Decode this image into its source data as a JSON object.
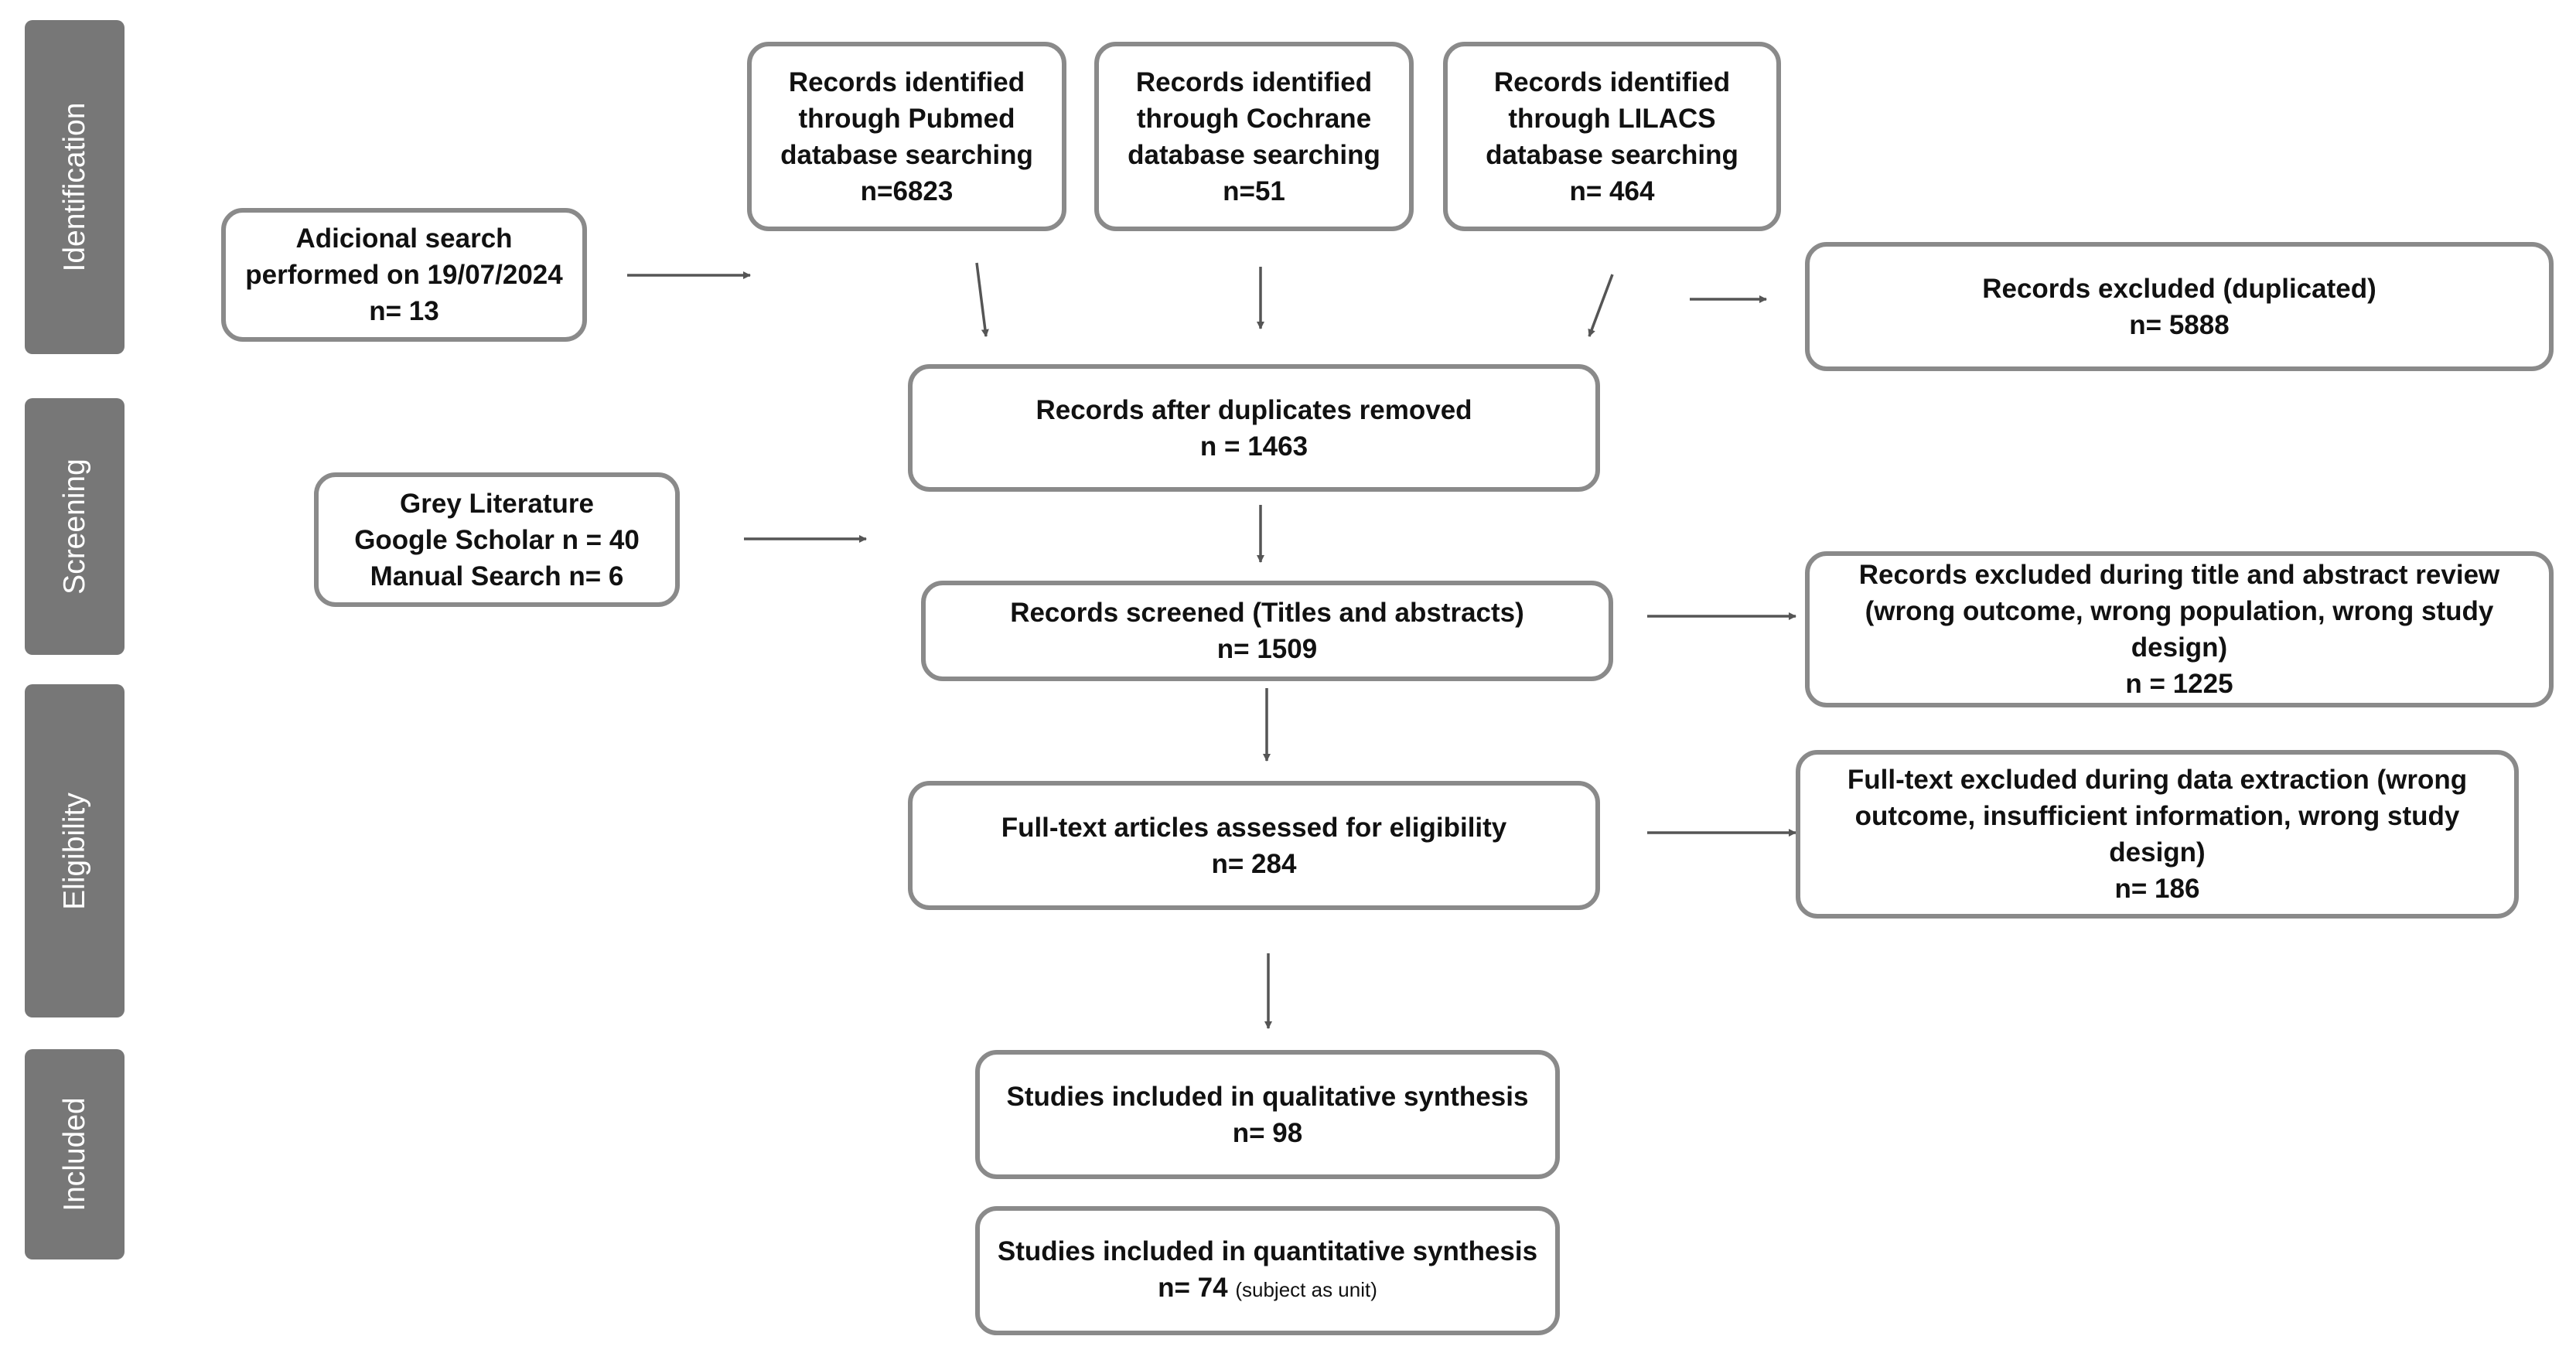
{
  "phases": {
    "identification": "Identification",
    "screening": "Screening",
    "eligibility": "Eligibility",
    "included": "Included"
  },
  "boxes": {
    "additional": {
      "line1": "Adicional search",
      "line2": "performed on 19/07/2024",
      "line3": "n= 13"
    },
    "pubmed": {
      "line1": "Records identified",
      "line2": "through Pubmed",
      "line3": "database searching",
      "line4": "n=6823"
    },
    "cochrane": {
      "line1": "Records identified",
      "line2": "through Cochrane",
      "line3": "database searching",
      "line4": "n=51"
    },
    "lilacs": {
      "line1": "Records identified",
      "line2": "through LILACS",
      "line3": "database searching",
      "line4": "n= 464"
    },
    "excluded_duplicated": {
      "line1": "Records excluded (duplicated)",
      "line2": "n= 5888"
    },
    "after_duplicates": {
      "line1": "Records after duplicates removed",
      "line2": "n = 1463"
    },
    "grey_literature": {
      "line1": "Grey Literature",
      "line2": "Google Scholar n = 40",
      "line3": "Manual Search n= 6"
    },
    "screened": {
      "line1": "Records screened (Titles and abstracts)",
      "line2": "n= 1509"
    },
    "excluded_title_abstract": {
      "line1": "Records excluded during title and abstract review",
      "line2": "(wrong outcome, wrong population, wrong study",
      "line3": "design)",
      "line4": "n = 1225"
    },
    "fulltext_assessed": {
      "line1": "Full-text articles assessed for eligibility",
      "line2": "n= 284"
    },
    "fulltext_excluded": {
      "line1": "Full-text excluded during data extraction (wrong",
      "line2": "outcome, insufficient information, wrong study",
      "line3": "design)",
      "line4": "n= 186"
    },
    "qualitative": {
      "line1": "Studies included in qualitative synthesis",
      "line2": "n= 98"
    },
    "quantitative": {
      "line1": "Studies included in quantitative synthesis",
      "line2": "n= 74",
      "note": "(subject as unit)"
    }
  },
  "colors": {
    "phase_bg": "#777777",
    "box_border": "#8a8a8a",
    "arrow": "#555555"
  }
}
